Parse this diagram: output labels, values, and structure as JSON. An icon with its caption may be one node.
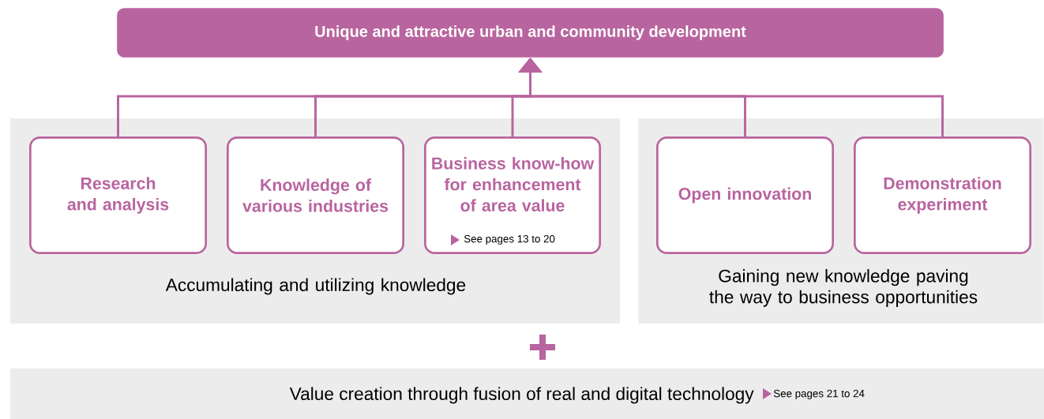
{
  "diagram": {
    "nodes": [
      {
        "text": [
          "Unique and attractive urban and community development"
        ]
      },
      {
        "text": [
          "Accumulating and utilizing knowledge"
        ]
      },
      {
        "text": [
          "Research and analysis"
        ],
        "in": 1
      },
      {
        "text": [
          "Knowledge of various industries"
        ],
        "in": 1
      },
      {
        "text": [
          "Business know-how for enhancement of area value",
          "See pages 13 to 20"
        ],
        "in": 1
      },
      {
        "text": [
          "Gaining new knowledge paving the way to business opportunities"
        ]
      },
      {
        "text": [
          "Open innovation"
        ],
        "in": 5
      },
      {
        "text": [
          "Demonstration experiment"
        ],
        "in": 5
      },
      {
        "text": [
          "Value creation through fusion of real and digital technology",
          "See pages 21 to 24"
        ]
      }
    ],
    "edges": [
      {
        "from": 2,
        "to": 0,
        "arrow": "to"
      },
      {
        "from": 3,
        "to": 0,
        "arrow": "to"
      },
      {
        "from": 4,
        "to": 0,
        "arrow": "to"
      },
      {
        "from": 6,
        "to": 0,
        "arrow": "to"
      },
      {
        "from": 7,
        "to": 0,
        "arrow": "to"
      }
    ]
  }
}
